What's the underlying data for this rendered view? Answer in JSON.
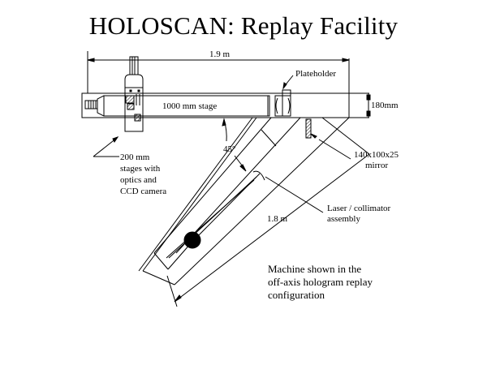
{
  "title": "HOLOSCAN: Replay Facility",
  "labels": {
    "overall_length": "1.9 m",
    "plateholder": "Plateholder",
    "stage": "1000 mm stage",
    "rail_width": "180mm",
    "angle": "45°",
    "mirror_line1": "140x100x25",
    "mirror_line2": "mirror",
    "stages_line1": "200 mm",
    "stages_line2": "stages with",
    "stages_line3": "optics and",
    "stages_line4": "CCD camera",
    "laser_line1": "Laser / collimator",
    "laser_line2": "assembly",
    "arm_length": "1.8 m"
  },
  "caption": {
    "line1": "Machine shown in the",
    "line2": "off-axis hologram replay",
    "line3": "configuration"
  }
}
